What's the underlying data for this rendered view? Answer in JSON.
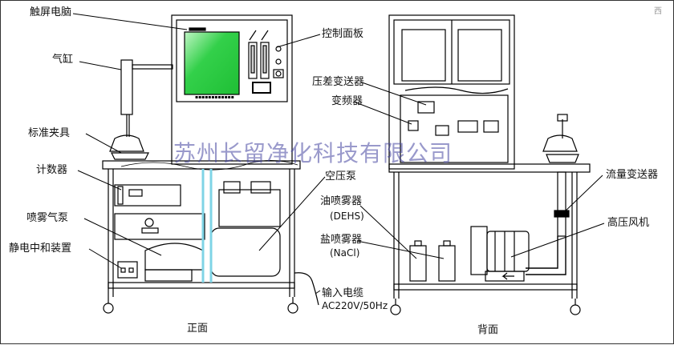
{
  "labels": {
    "touchscreen": "触屏电脑",
    "cylinder": "气缸",
    "standard_fixture": "标准夹具",
    "counter": "计数器",
    "spray_pump": "喷雾气泵",
    "static_neutralizer": "静电中和装置",
    "control_panel": "控制面板",
    "air_compressor": "空压泵",
    "oil_sprayer": "油喷雾器",
    "oil_sprayer_sub": "(DEHS)",
    "salt_sprayer": "盐喷雾器",
    "salt_sprayer_sub": "(NaCl)",
    "power_cable": "输入电缆",
    "power_spec": "AC220V/50Hz",
    "diff_pressure_transmitter": "压差变送器",
    "inverter": "变频器",
    "flow_transmitter": "流量变送器",
    "high_pressure_fan": "高压风机"
  },
  "views": {
    "front": "正面",
    "back": "背面"
  },
  "watermark": "苏州长留净化科技有限公司",
  "corner_mark": "西",
  "colors": {
    "screen": "#2fcf45",
    "line": "#000000",
    "watermark": "#4646a0"
  }
}
